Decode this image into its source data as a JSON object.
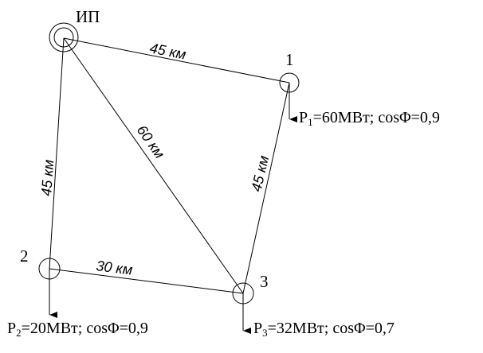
{
  "nodes": {
    "source": "ИП",
    "n1": "1",
    "n2": "2",
    "n3": "3"
  },
  "edges": {
    "ip_1": "45 км",
    "ip_3": "60 км",
    "ip_2": "45 км",
    "n1_3": "45 км",
    "n2_3": "30 км"
  },
  "loads": {
    "n1": {
      "p": "P",
      "sub": "1",
      "rest": "=60МВт; cosΦ=0,9"
    },
    "n2": {
      "p": "P",
      "sub": "2",
      "rest": "=20МВт; cosΦ=0,9"
    },
    "n3": {
      "p": "P",
      "sub": "3",
      "rest": "=32МВт; cosΦ=0,7"
    }
  }
}
